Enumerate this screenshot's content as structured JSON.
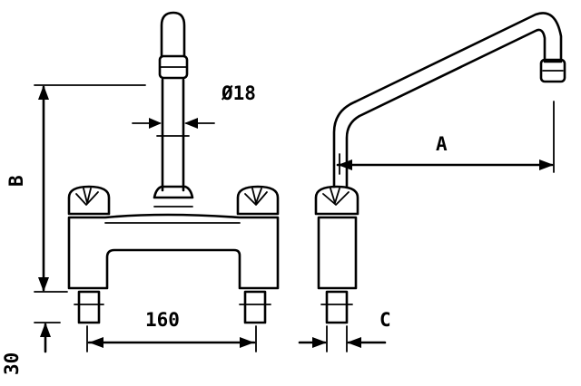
{
  "dimensions": {
    "diameter": "Ø18",
    "b": "B",
    "a": "A",
    "c": "C",
    "width_160": "160",
    "height_30": "30"
  }
}
